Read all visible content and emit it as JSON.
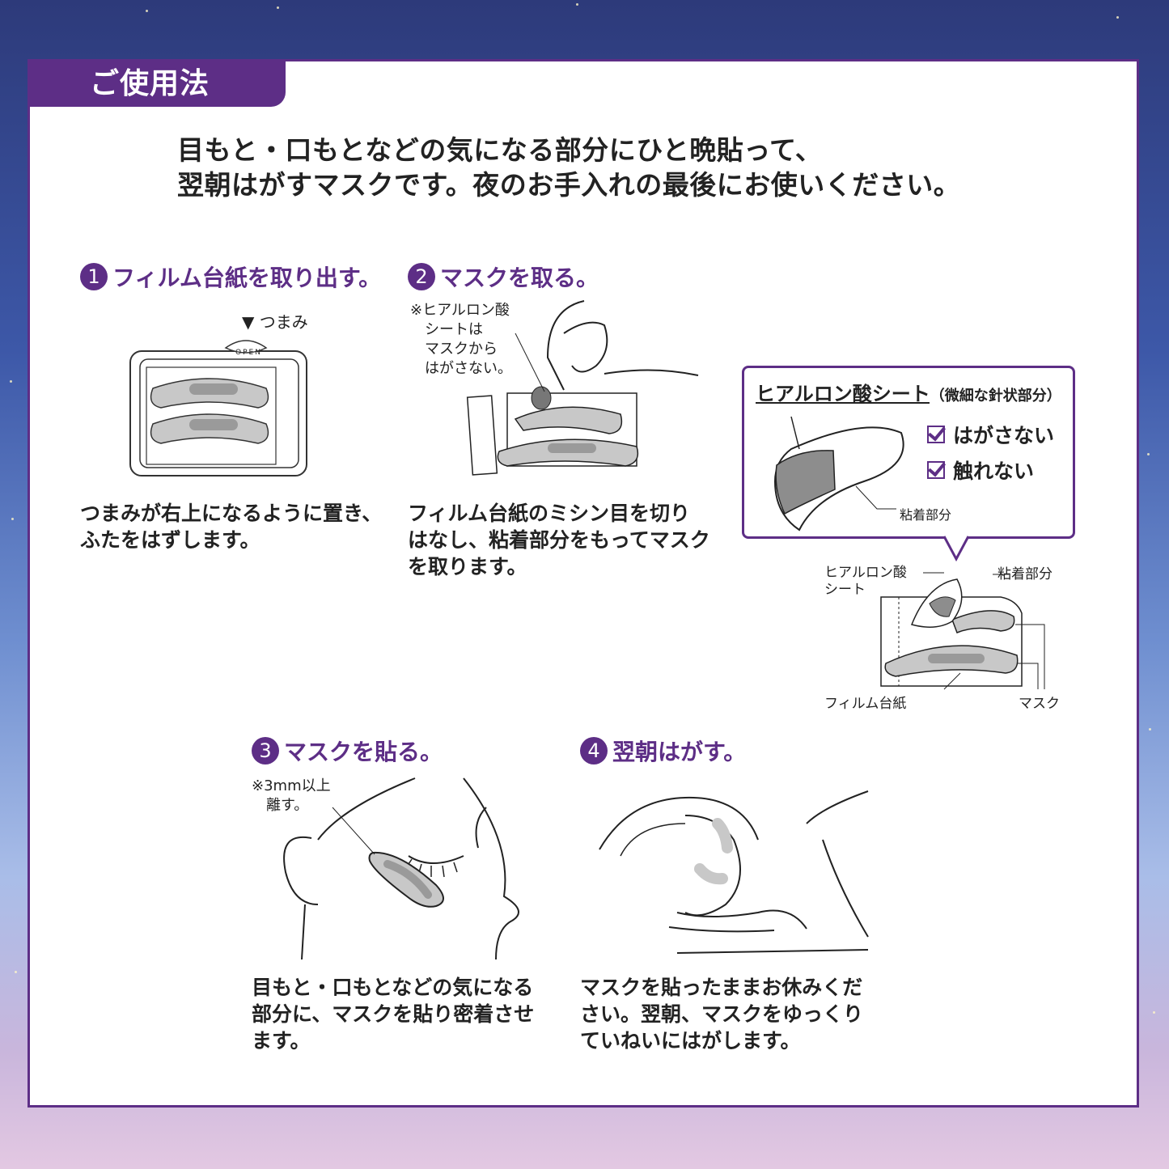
{
  "header": {
    "tab_label": "ご使用法"
  },
  "intro": {
    "line1": "目もと・口もとなどの気になる部分にひと晩貼って、",
    "line2": "翌朝はがすマスクです。夜のお手入れの最後にお使いください。"
  },
  "steps": [
    {
      "num": "1",
      "title": "フィルム台紙を取り出す。",
      "desc": "つまみが右上になるように置き、\nふたをはずします。",
      "tab_label": "▼ つまみ",
      "open_label": "OPEN"
    },
    {
      "num": "2",
      "title": "マスクを取る。",
      "desc": "フィルム台紙のミシン目を切り\nはなし、粘着部分をもってマスク\nを取ります。",
      "note": "※ヒアルロン酸\n　シートは\n　マスクから\n　はがさない。"
    },
    {
      "num": "3",
      "title": "マスクを貼る。",
      "desc": "目もと・口もとなどの気になる\n部分に、マスクを貼り密着させ\nます。",
      "note": "※3mm以上\n　離す。"
    },
    {
      "num": "4",
      "title": "翌朝はがす。",
      "desc": "マスクを貼ったままお休みくだ\nさい。翌朝、マスクをゆっくり\nていねいにはがします。"
    }
  ],
  "callout": {
    "title": "ヒアルロン酸シート",
    "title_sub": "（微細な針状部分）",
    "checks": [
      "はがさない",
      "触れない"
    ],
    "adhesive_label": "粘着部分"
  },
  "diagram": {
    "hyaluronic_label": "ヒアルロン酸\nシート",
    "adhesive_label": "粘着部分",
    "film_label": "フィルム台紙",
    "mask_label": "マスク"
  },
  "colors": {
    "brand": "#5d2e86",
    "text": "#222222"
  }
}
